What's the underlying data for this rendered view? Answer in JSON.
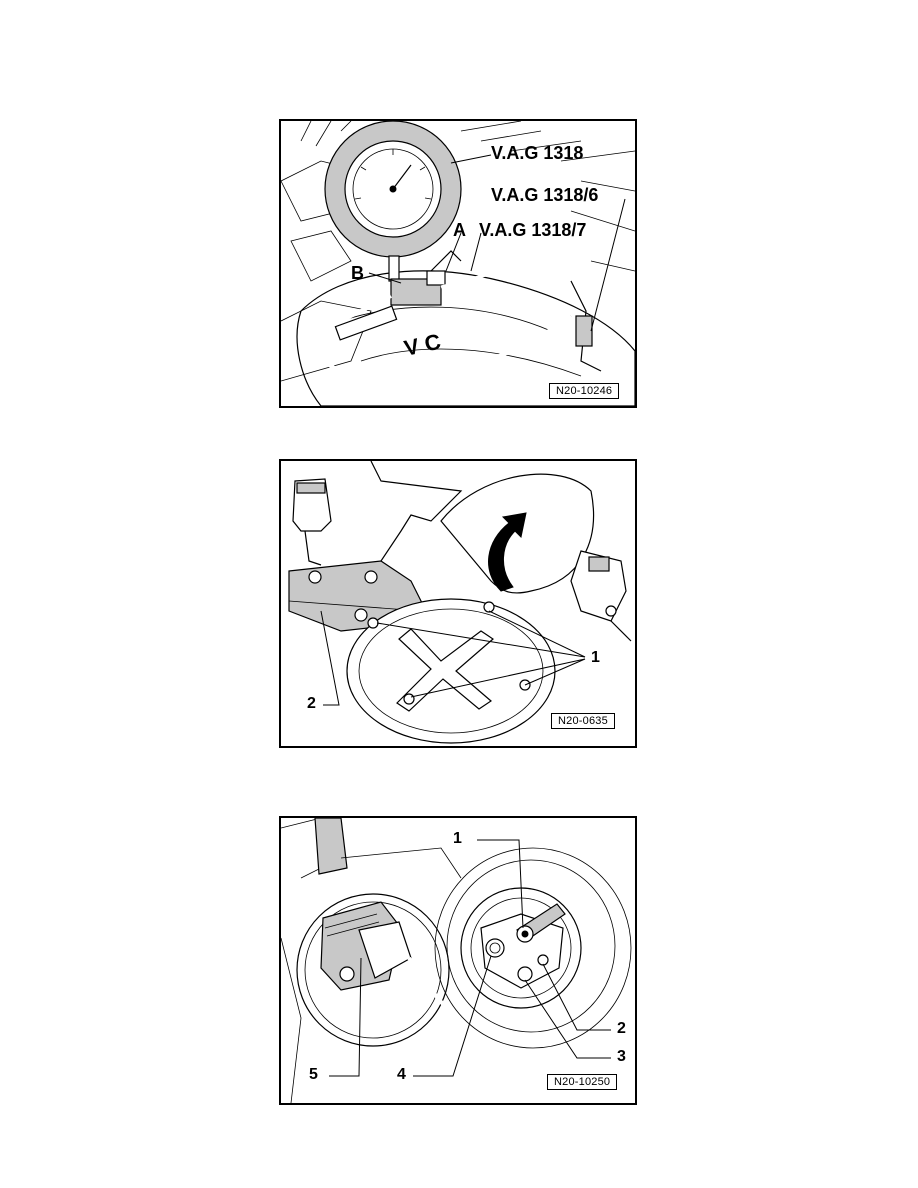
{
  "figures": [
    {
      "labels": {
        "vag1318": "V.A.G 1318",
        "vag1318_6": "V.A.G 1318/6",
        "vag1318_7": "V.A.G 1318/7",
        "a": "A",
        "b": "B"
      },
      "ref": "N20-10246"
    },
    {
      "labels": {
        "one": "1",
        "two": "2"
      },
      "ref": "N20-0635"
    },
    {
      "labels": {
        "one": "1",
        "two": "2",
        "three": "3",
        "four": "4",
        "five": "5"
      },
      "ref": "N20-10250"
    }
  ]
}
